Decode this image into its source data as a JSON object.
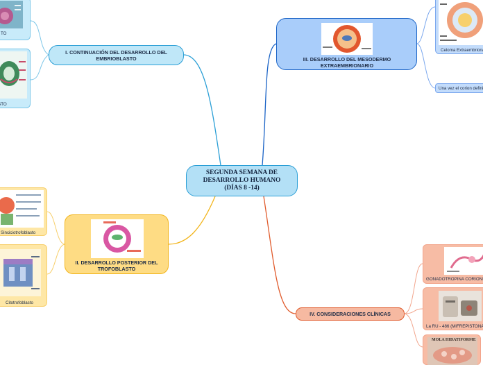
{
  "center": {
    "title": "SEGUNDA SEMANA DE DESARROLLO HUMANO (DÍAS 8 -14)"
  },
  "branches": {
    "b1": {
      "title": "I. CONTINUACIÓN DEL DESARROLLO DEL EMBRIOBLASTO",
      "children": [
        {
          "label": "TO"
        },
        {
          "label": "ASTO"
        }
      ]
    },
    "b2": {
      "title": "II. DESARROLLO POSTERIOR DEL TROFOBLASTO",
      "children": [
        {
          "label": "Sinciciotrofoblasto"
        },
        {
          "label": "Citotrofoblasto"
        }
      ]
    },
    "b3": {
      "title": "III. DESARROLLO DEL MESODERMO EXTRAEMBRIONARIO",
      "children": [
        {
          "label": "Celoma Extraembrionario"
        },
        {
          "label": "Una vez el corion definitivo"
        }
      ]
    },
    "b4": {
      "title": "IV. CONSIDERACIONES CLÍNICAS",
      "children": [
        {
          "label": "GONADOTROPINA CORIONICA HU"
        },
        {
          "label": "La RU - 486 (MIFREPISTONA)"
        },
        {
          "label": "MOLA HIDATIFORME"
        }
      ]
    }
  },
  "colors": {
    "blue_link": "#2b9fd6",
    "dark_blue_link": "#1a63c6",
    "orange_link": "#f2b51c",
    "red_link": "#e05a2b"
  }
}
